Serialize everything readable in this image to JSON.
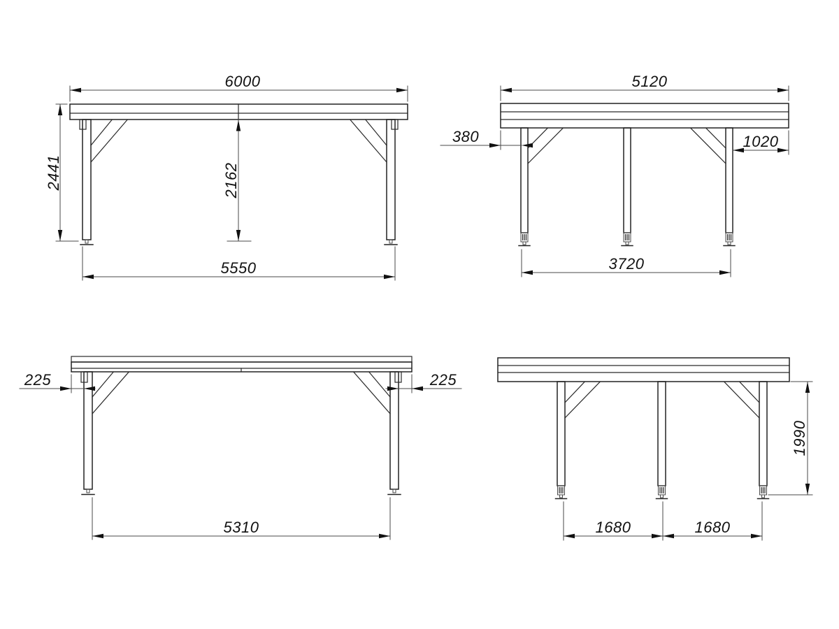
{
  "palette": {
    "background": "#ffffff",
    "ink": "#1c1c1c"
  },
  "views": {
    "top_left": {
      "dims": {
        "roof_length": "6000",
        "overall_height": "2441",
        "clear_height": "2162",
        "base_span": "5550"
      }
    },
    "top_right": {
      "dims": {
        "roof_width": "5120",
        "left_overhang": "380",
        "right_overhang": "1020",
        "base_span": "3720"
      }
    },
    "bottom_left": {
      "dims": {
        "left_overhang": "225",
        "right_overhang": "225",
        "base_span": "5310"
      }
    },
    "bottom_right": {
      "dims": {
        "post_height": "1990",
        "bay_left": "1680",
        "bay_right": "1680"
      }
    }
  }
}
